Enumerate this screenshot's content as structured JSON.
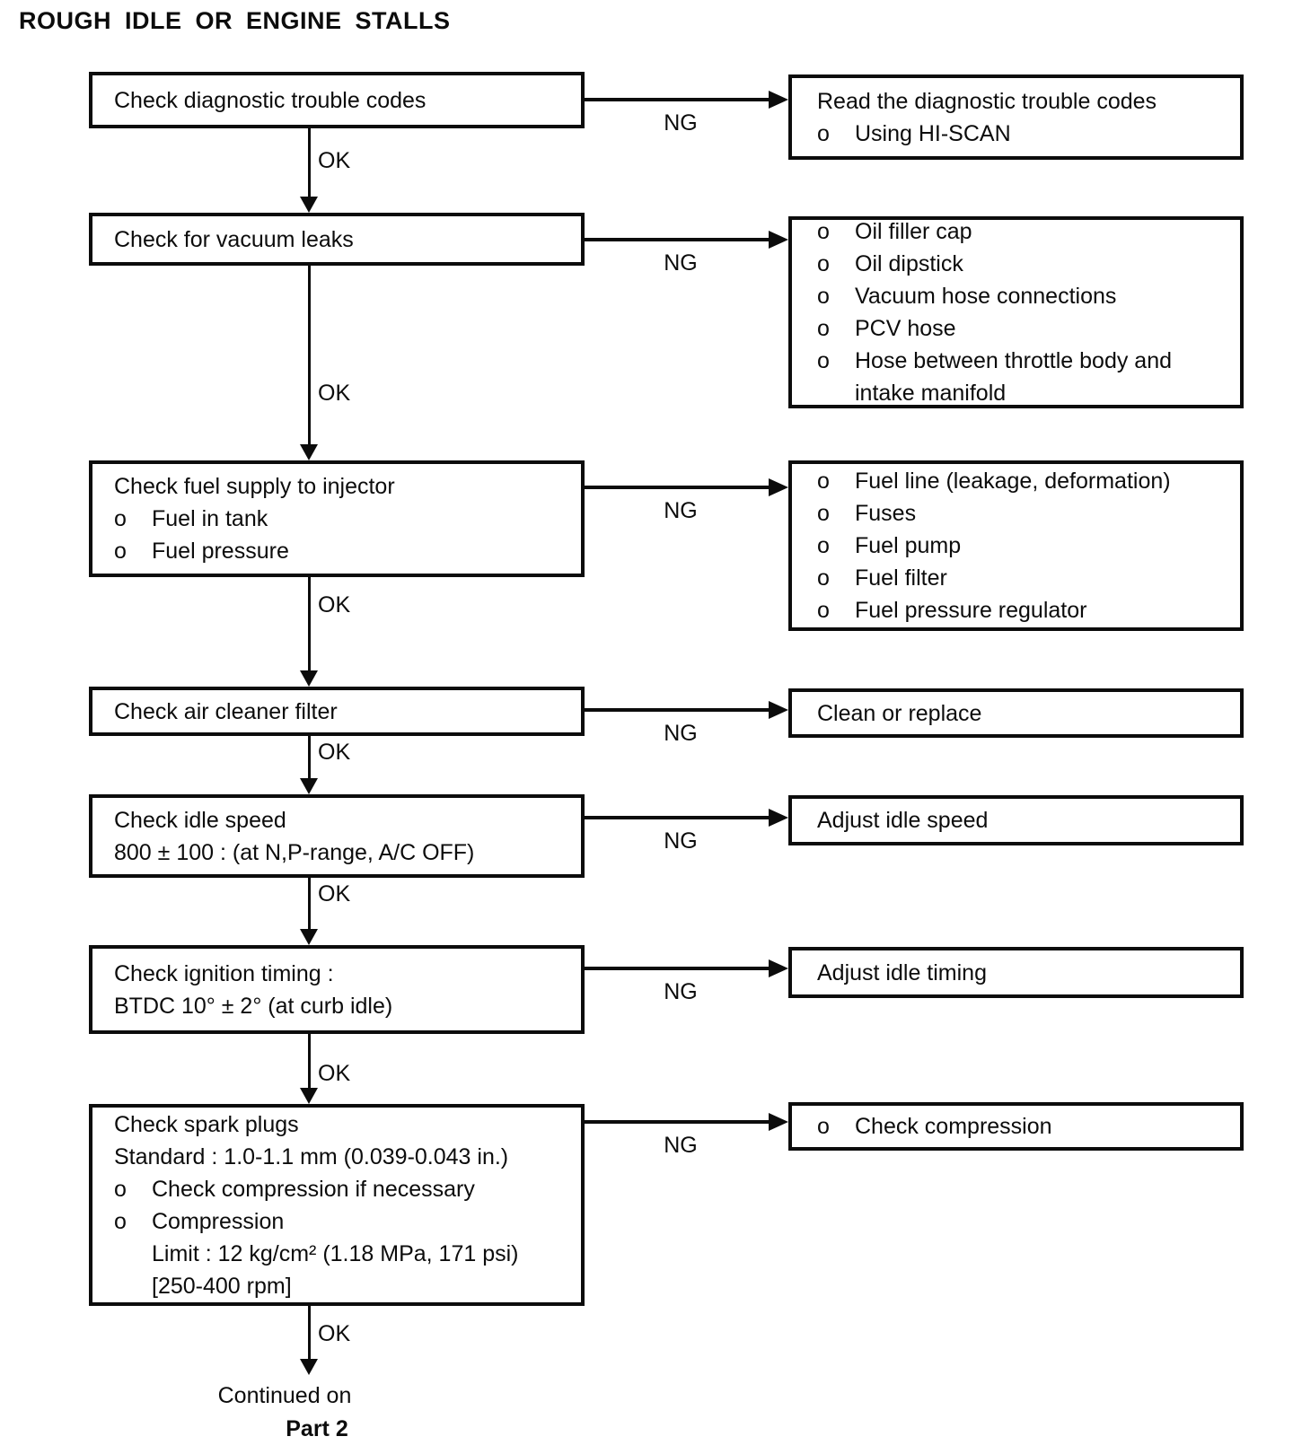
{
  "title": "ROUGH IDLE OR ENGINE STALLS",
  "labels": {
    "ok": "OK",
    "ng": "NG",
    "bullet": "o"
  },
  "footer": {
    "line1": "Continued on",
    "line2": "Part 2"
  },
  "steps": [
    {
      "check": [
        {
          "text": "Check diagnostic trouble codes"
        }
      ],
      "action": [
        {
          "text": "Read the diagnostic trouble codes"
        },
        {
          "bullet": true,
          "text": "Using HI-SCAN"
        }
      ]
    },
    {
      "check": [
        {
          "text": "Check for vacuum leaks"
        }
      ],
      "action": [
        {
          "bullet": true,
          "text": "Oil filler cap"
        },
        {
          "bullet": true,
          "text": "Oil dipstick"
        },
        {
          "bullet": true,
          "text": "Vacuum hose connections"
        },
        {
          "bullet": true,
          "text": "PCV hose"
        },
        {
          "bullet": true,
          "text": "Hose between throttle body and"
        },
        {
          "indent": true,
          "text": "intake manifold"
        }
      ]
    },
    {
      "check": [
        {
          "text": "Check fuel supply to injector"
        },
        {
          "bullet": true,
          "text": "Fuel in tank"
        },
        {
          "bullet": true,
          "text": "Fuel pressure"
        }
      ],
      "action": [
        {
          "bullet": true,
          "text": "Fuel line (leakage, deformation)"
        },
        {
          "bullet": true,
          "text": "Fuses"
        },
        {
          "bullet": true,
          "text": "Fuel pump"
        },
        {
          "bullet": true,
          "text": "Fuel filter"
        },
        {
          "bullet": true,
          "text": "Fuel pressure regulator"
        }
      ]
    },
    {
      "check": [
        {
          "text": "Check air cleaner filter"
        }
      ],
      "action": [
        {
          "text": "Clean or replace"
        }
      ]
    },
    {
      "check": [
        {
          "text": "Check idle speed"
        },
        {
          "text": "800 ± 100 : (at N,P-range, A/C OFF)"
        }
      ],
      "action": [
        {
          "text": "Adjust idle speed"
        }
      ]
    },
    {
      "check": [
        {
          "text": "Check ignition timing :"
        },
        {
          "text": "BTDC 10° ± 2° (at curb idle)"
        }
      ],
      "action": [
        {
          "text": "Adjust idle timing"
        }
      ]
    },
    {
      "check": [
        {
          "text": "Check spark plugs"
        },
        {
          "text": "Standard : 1.0-1.1 mm (0.039-0.043 in.)"
        },
        {
          "bullet": true,
          "text": "Check compression if necessary"
        },
        {
          "bullet": true,
          "text": "Compression"
        },
        {
          "indent": true,
          "text": "Limit : 12 kg/cm² (1.18 MPa, 171 psi)"
        },
        {
          "indent": true,
          "text": "[250-400 rpm]"
        }
      ],
      "action": [
        {
          "bullet": true,
          "text": "Check compression"
        }
      ]
    }
  ]
}
